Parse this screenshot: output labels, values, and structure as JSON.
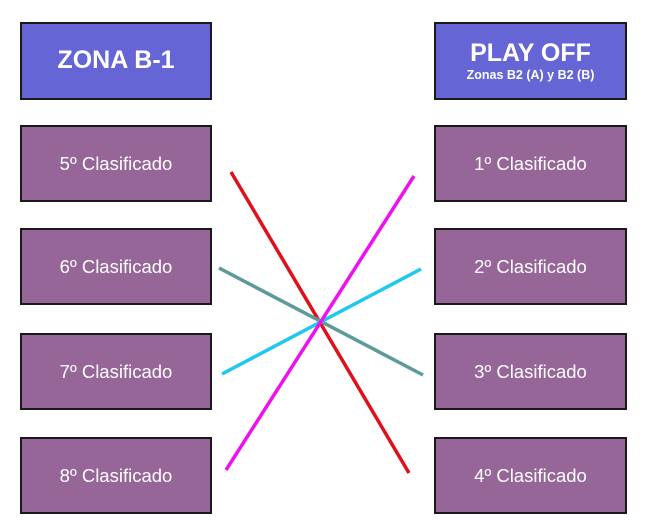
{
  "left": {
    "header": {
      "title": "ZONA B-1"
    },
    "items": [
      "5º Clasificado",
      "6º Clasificado",
      "7º Clasificado",
      "8º Clasificado"
    ]
  },
  "right": {
    "header": {
      "title": "PLAY OFF",
      "subtitle": "Zonas B2 (A) y B2 (B)"
    },
    "items": [
      "1º Clasificado",
      "2º Clasificado",
      "3º Clasificado",
      "4º Clasificado"
    ]
  },
  "connectors": [
    {
      "from": "left.items.0",
      "to": "right.items.3",
      "color": "#e0101a"
    },
    {
      "from": "left.items.1",
      "to": "right.items.2",
      "color": "#5e9a9a"
    },
    {
      "from": "left.items.2",
      "to": "right.items.1",
      "color": "#1ec8ee"
    },
    {
      "from": "left.items.3",
      "to": "right.items.0",
      "color": "#ee10ee"
    }
  ],
  "colors": {
    "header_fill": "#6565d6",
    "slot_fill": "#976698",
    "border": "#1a1a1a",
    "text": "#ffffff"
  }
}
